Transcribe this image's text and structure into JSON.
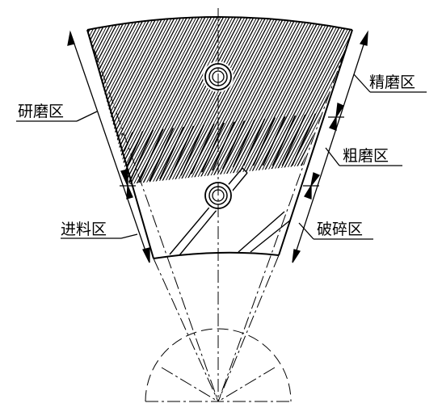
{
  "labels": {
    "grinding_zone": "研磨区",
    "fine_zone": "精磨区",
    "coarse_zone": "粗磨区",
    "feed_zone": "进料区",
    "crushing_zone": "破碎区"
  }
}
